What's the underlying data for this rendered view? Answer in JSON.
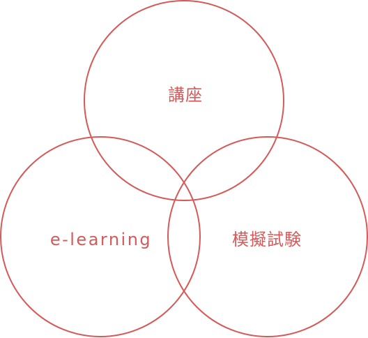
{
  "diagram": {
    "type": "venn",
    "colors": {
      "stroke": "#d45a5a",
      "text": "#d45a5a",
      "background": "#ffffff"
    },
    "sets": [
      {
        "id": "top",
        "label": "講座"
      },
      {
        "id": "left",
        "label": "e-learning"
      },
      {
        "id": "right",
        "label": "模擬試験"
      }
    ]
  }
}
